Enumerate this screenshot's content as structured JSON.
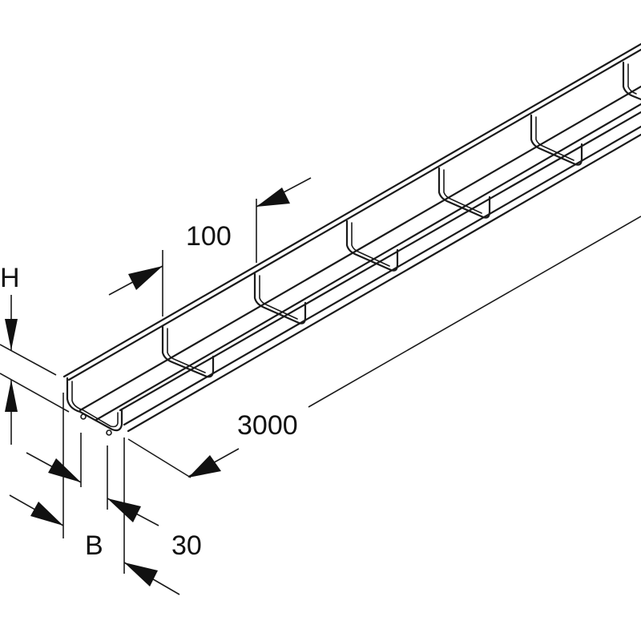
{
  "dimensions": {
    "length": "3000",
    "mesh_pitch": "100",
    "height": "H",
    "width": "B",
    "edge_offset": "30"
  },
  "colors": {
    "background": "#ffffff",
    "line": "#1a1a1a"
  }
}
